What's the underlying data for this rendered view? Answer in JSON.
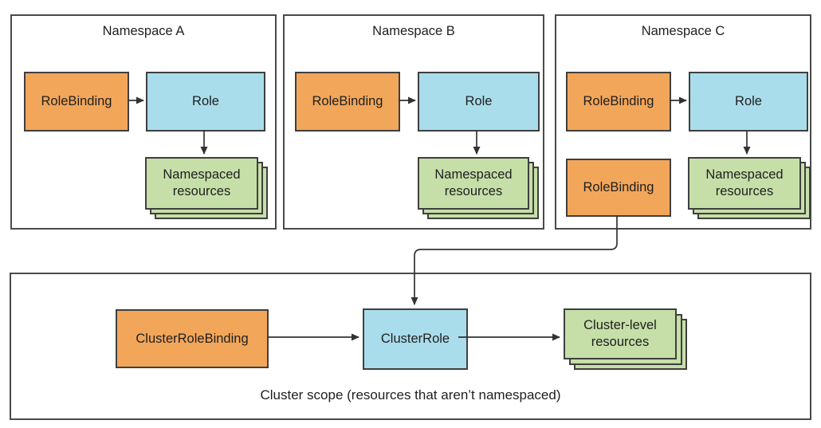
{
  "namespaces": [
    {
      "title": "Namespace A",
      "rolebinding": "RoleBinding",
      "role": "Role",
      "resources": "Namespaced resources"
    },
    {
      "title": "Namespace B",
      "rolebinding": "RoleBinding",
      "role": "Role",
      "resources": "Namespaced resources"
    },
    {
      "title": "Namespace C",
      "rolebinding": "RoleBinding",
      "rolebinding2": "RoleBinding",
      "role": "Role",
      "resources": "Namespaced resources"
    }
  ],
  "cluster": {
    "rolebinding": "ClusterRoleBinding",
    "role": "ClusterRole",
    "resources": "Cluster-level resources",
    "caption": "Cluster scope (resources that aren’t namespaced)"
  },
  "colors": {
    "binding_fill": "#f2a65a",
    "role_fill": "#aaddeb",
    "resources_fill": "#c6dfa8",
    "node_border": "#3f3f3f",
    "panel_border": "#4a4a4a",
    "arrow": "#333333"
  }
}
